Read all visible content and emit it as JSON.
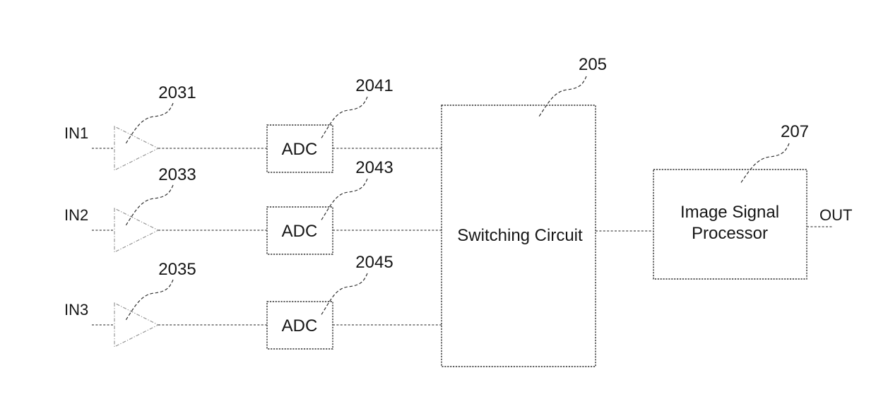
{
  "meta": {
    "background_color": "#ffffff",
    "line_color": "#2f2f2f",
    "connector_color": "#4a4a4a",
    "amp_outline_color": "#8f8f8f",
    "text_color": "#161616"
  },
  "channels": [
    {
      "input_label": "IN1",
      "amp_ref": "2031",
      "adc_label": "ADC",
      "adc_ref": "2041"
    },
    {
      "input_label": "IN2",
      "amp_ref": "2033",
      "adc_label": "ADC",
      "adc_ref": "2043"
    },
    {
      "input_label": "IN3",
      "amp_ref": "2035",
      "adc_label": "ADC",
      "adc_ref": "2045"
    }
  ],
  "switching_circuit": {
    "label": "Switching Circuit",
    "ref": "205"
  },
  "image_signal_processor": {
    "label_line_1": "Image Signal",
    "label_line_2": "Processor",
    "ref": "207"
  },
  "output_label": "OUT"
}
